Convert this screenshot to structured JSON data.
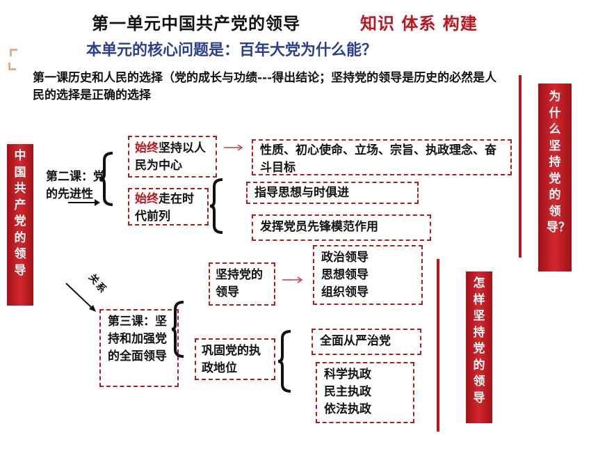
{
  "header": {
    "title": "第一单元中国共产党的领导",
    "title_red": "知识 体系 构建",
    "subtitle": "本单元的核心问题是：百年大党为什么能？"
  },
  "lesson1": {
    "text": "第一课历史和人民的选择（党的成长与功绩---得出结论；坚持党的领导是历史的必然是人民的选择是正确的选择"
  },
  "left_bar": {
    "label": "中国共产党的领导"
  },
  "lesson2": {
    "label": "第二课：党的先进性",
    "branch1": {
      "prefix": "始终",
      "rest": "坚持以人民为中心"
    },
    "branch1_detail": "性质、初心使命、立场、宗旨、执政理念、奋斗目标",
    "branch2": {
      "prefix": "始终",
      "rest": "走在时代前列"
    },
    "branch2_details": [
      "指导思想与时俱进",
      "发挥党员先锋模范作用"
    ]
  },
  "relation_label": "关系",
  "lesson3": {
    "label": "第三课：坚持和加强党的全面领导",
    "branch1": "坚持党的领导",
    "branch1_detail": [
      "政治领导",
      "思想领导",
      "组织领导"
    ],
    "branch2": "巩固党的执政地位",
    "branch2_details": [
      "全面从严治党"
    ],
    "branch2_list": [
      "科学执政",
      "民主执政",
      "依法执政"
    ]
  },
  "right_bars": {
    "why": "为什么坚持党的领导？",
    "how": "怎样坚持党的领导"
  },
  "colors": {
    "accent_red": "#c0141c",
    "subtitle_blue": "#2b3f8f",
    "bar_red": "#b5171e"
  }
}
